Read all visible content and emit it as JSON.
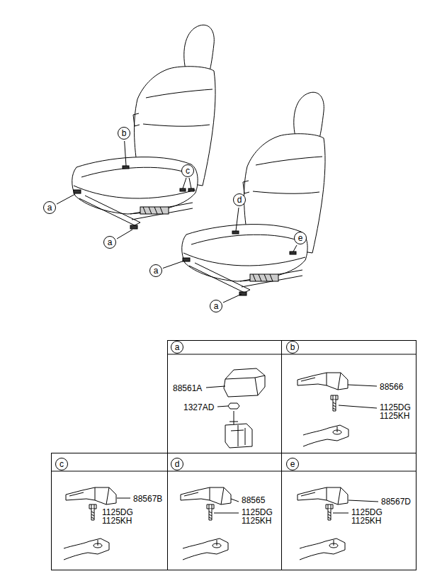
{
  "diagram": {
    "nodes": [
      {
        "text": [
          "b"
        ]
      },
      {
        "text": [
          "c"
        ]
      },
      {
        "text": [
          "d"
        ]
      },
      {
        "text": [
          "a"
        ]
      },
      {
        "text": [
          "e"
        ]
      },
      {
        "text": [
          "a"
        ]
      },
      {
        "text": [
          "a"
        ]
      },
      {
        "text": [
          "a"
        ]
      },
      {
        "text": [
          "88561A",
          "1327AD"
        ]
      },
      {
        "text": [
          "a"
        ],
        "in": 8
      },
      {
        "text": [
          "88566",
          "1125DG",
          "1125KH"
        ]
      },
      {
        "text": [
          "b"
        ],
        "in": 10
      },
      {
        "text": [
          "88567B",
          "1125DG",
          "1125KH"
        ]
      },
      {
        "text": [
          "c"
        ],
        "in": 12
      },
      {
        "text": [
          "88565",
          "1125DG",
          "1125KH"
        ]
      },
      {
        "text": [
          "d"
        ],
        "in": 14
      },
      {
        "text": [
          "88567D",
          "1125DG",
          "1125KH"
        ]
      },
      {
        "text": [
          "e"
        ],
        "in": 16
      }
    ]
  }
}
